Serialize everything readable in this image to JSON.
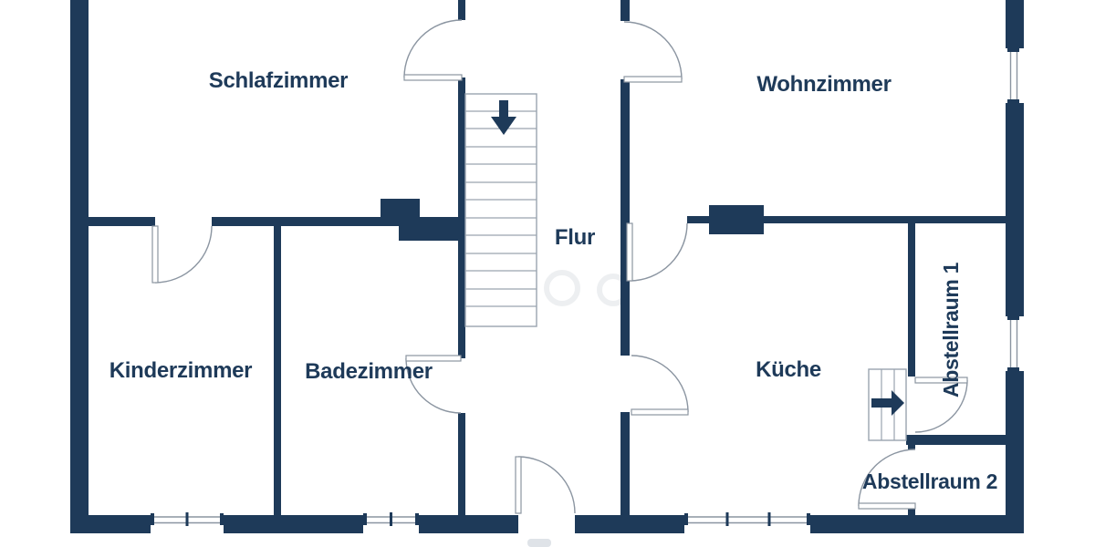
{
  "floorplan": {
    "rooms": [
      {
        "label": "Schlafzimmer"
      },
      {
        "label": "Wohnzimmer"
      },
      {
        "label": "Kinderzimmer"
      },
      {
        "label": "Badezimmer"
      },
      {
        "label": "Flur"
      },
      {
        "label": "Küche"
      },
      {
        "label": "Abstellraum 1"
      },
      {
        "label": "Abstellraum 2"
      }
    ],
    "icons": {
      "main_stairs_arrow": "down-arrow",
      "kitchen_steps_arrow": "right-arrow"
    },
    "colors": {
      "wall": "#1e3a59",
      "line": "#8b95a1",
      "background": "#ffffff",
      "text": "#1e3a59"
    }
  }
}
